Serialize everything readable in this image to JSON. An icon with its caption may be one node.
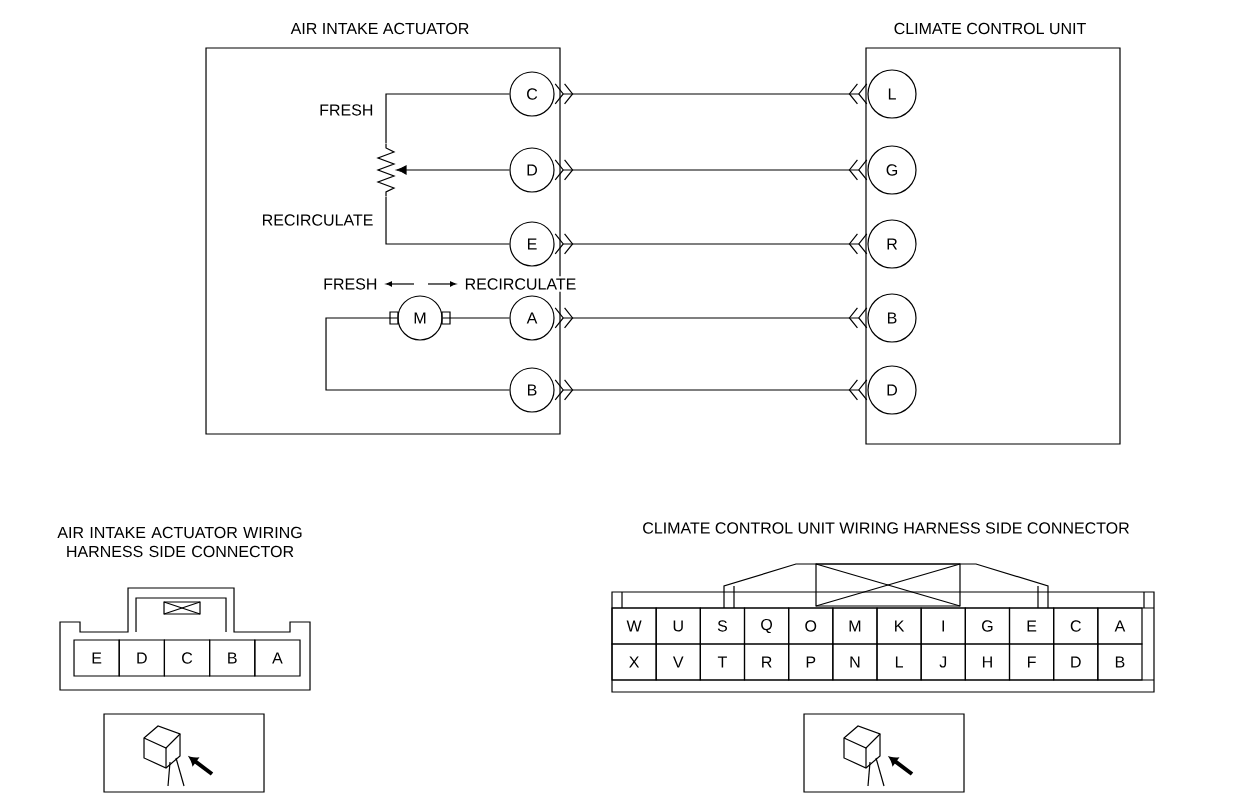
{
  "diagram": {
    "nodes": [
      {
        "text": [
          "AIR INTAKE ACTUATOR"
        ]
      },
      {
        "text": [
          "C"
        ],
        "in": 0
      },
      {
        "text": [],
        "shape": "resistor",
        "in": 0
      },
      {
        "text": [
          "D"
        ],
        "in": 0
      },
      {
        "text": [
          "E"
        ],
        "in": 0
      },
      {
        "text": [
          "M"
        ],
        "in": 0
      },
      {
        "text": [
          "A"
        ],
        "in": 0
      },
      {
        "text": [
          "B"
        ],
        "in": 0
      },
      {
        "text": [
          "CLIMATE CONTROL UNIT"
        ]
      },
      {
        "text": [
          "L"
        ],
        "in": 8
      },
      {
        "text": [
          "G"
        ],
        "in": 8
      },
      {
        "text": [
          "R"
        ],
        "in": 8
      },
      {
        "text": [
          "B"
        ],
        "in": 8
      },
      {
        "text": [
          "D"
        ],
        "in": 8
      }
    ],
    "edges": [
      {
        "from": 1,
        "to": 2,
        "arrow": "none"
      },
      {
        "from": 3,
        "to": 2,
        "arrow": "to"
      },
      {
        "from": 4,
        "to": 2,
        "arrow": "none"
      },
      {
        "from": 5,
        "to": 6,
        "arrow": "none"
      },
      {
        "from": 5,
        "to": 7,
        "arrow": "none"
      },
      {
        "from": 1,
        "to": 9,
        "arrow": "other"
      },
      {
        "from": 3,
        "to": 10,
        "arrow": "other"
      },
      {
        "from": 4,
        "to": 11,
        "arrow": "other"
      },
      {
        "from": 6,
        "to": 12,
        "arrow": "other"
      },
      {
        "from": 7,
        "to": 13,
        "arrow": "other"
      }
    ],
    "labels": [
      "FRESH",
      "RECIRCULATE",
      "FRESH",
      "RECIRCULATE",
      "AIR INTAKE ACTUATOR WIRING HARNESS SIDE CONNECTOR",
      "CLIMATE CONTROL UNIT WIRING HARNESS SIDE CONNECTOR",
      "E",
      "D",
      "C",
      "B",
      "A",
      "W",
      "U",
      "S",
      "Q",
      "O",
      "M",
      "K",
      "I",
      "G",
      "E",
      "C",
      "A",
      "X",
      "V",
      "T",
      "R",
      "P",
      "N",
      "L",
      "J",
      "H",
      "F",
      "D",
      "B"
    ]
  }
}
